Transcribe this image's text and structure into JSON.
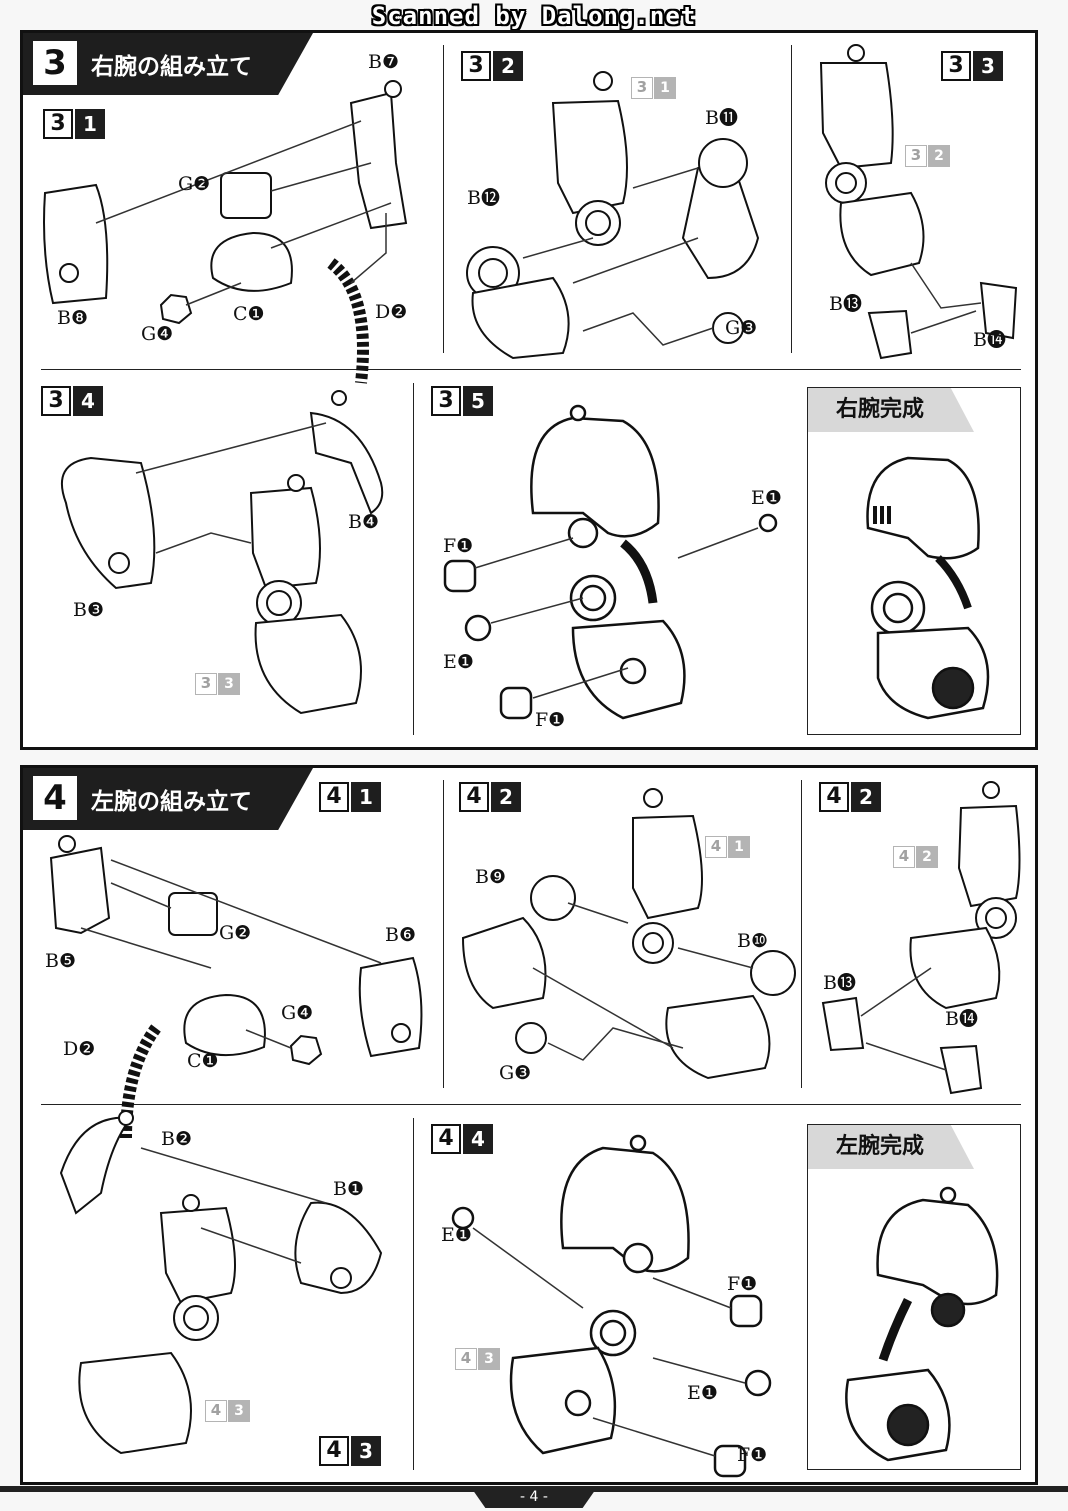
{
  "scan_credit": "Scanned by Dalong.net",
  "page_number": "- 4 -",
  "sections": {
    "s3": {
      "number": "3",
      "title": "右腕の組み立て",
      "done_title": "右腕完成",
      "steps": [
        {
          "major": "3",
          "minor": "1"
        },
        {
          "major": "3",
          "minor": "2"
        },
        {
          "major": "3",
          "minor": "3"
        },
        {
          "major": "3",
          "minor": "4"
        },
        {
          "major": "3",
          "minor": "5"
        }
      ],
      "refs": [
        {
          "major": "3",
          "minor": "1"
        },
        {
          "major": "3",
          "minor": "2"
        },
        {
          "major": "3",
          "minor": "3"
        }
      ],
      "labels": {
        "b7": "B❼",
        "g2": "G❷",
        "b8": "B❽",
        "g4": "G❹",
        "c1": "C❶",
        "d2": "D❷",
        "b11": "B⓫",
        "b12": "B⓬",
        "g3": "G❸",
        "b13": "B⓭",
        "b14": "B⓮",
        "b4": "B❹",
        "b3": "B❸",
        "e1a": "E❶",
        "f1a": "F❶",
        "e1b": "E❶",
        "f1b": "F❶"
      }
    },
    "s4": {
      "number": "4",
      "title": "左腕の組み立て",
      "done_title": "左腕完成",
      "steps": [
        {
          "major": "4",
          "minor": "1"
        },
        {
          "major": "4",
          "minor": "2"
        },
        {
          "major": "4",
          "minor": "2"
        },
        {
          "major": "4",
          "minor": "3"
        },
        {
          "major": "4",
          "minor": "4"
        }
      ],
      "refs": [
        {
          "major": "4",
          "minor": "1"
        },
        {
          "major": "4",
          "minor": "2"
        },
        {
          "major": "4",
          "minor": "3"
        },
        {
          "major": "4",
          "minor": "3"
        }
      ],
      "labels": {
        "b5": "B❺",
        "g2": "G❷",
        "b6": "B❻",
        "d2": "D❷",
        "c1": "C❶",
        "g4": "G❹",
        "b9": "B❾",
        "b10": "B❿",
        "g3": "G❸",
        "b13": "B⓭",
        "b14": "B⓮",
        "b2": "B❷",
        "b1": "B❶",
        "e1a": "E❶",
        "f1a": "F❶",
        "e1b": "E❶",
        "f1b": "F❶"
      }
    }
  }
}
